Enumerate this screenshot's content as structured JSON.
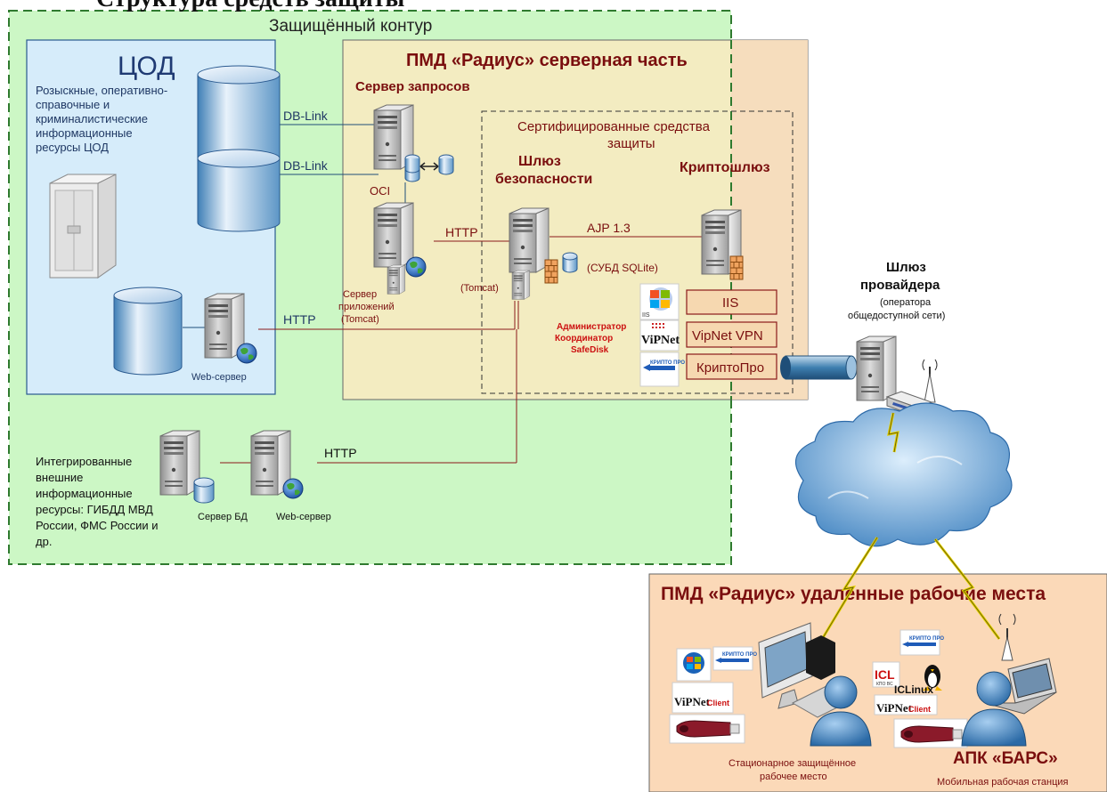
{
  "page_title": "Структура средств защиты",
  "protected_contour": {
    "label": "Защищённый контур"
  },
  "cod": {
    "title": "ЦОД",
    "description_lines": [
      "Розыскные, оперативно-",
      "справочные и",
      "криминалистические",
      "информационные",
      "ресурсы ЦОД"
    ],
    "web_server_label": "Web-сервер"
  },
  "server_part": {
    "title": "ПМД «Радиус» серверная часть",
    "query_server_label": "Сервер запросов",
    "oci_label": "OCI",
    "app_server_lines": [
      "Сервер",
      "приложений",
      "(Tomcat)"
    ],
    "tomcat_label": "(Tomcat)"
  },
  "certified": {
    "title_lines": [
      "Сертифицированные средства",
      "защиты"
    ],
    "gateway_lines": [
      "Шлюз",
      "безопасности"
    ],
    "crypto_gateway_label": "Криптошлюз",
    "sqlite_label": "(СУБД SQLite)",
    "admin_lines": [
      "Администратор",
      "Координатор",
      "SafeDisk"
    ],
    "boxes": [
      "IIS",
      "VipNet VPN",
      "КриптоПро"
    ]
  },
  "connections": {
    "dblink1": "DB-Link",
    "dblink2": "DB-Link",
    "http_app": "HTTP",
    "ajp": "AJP 1.3",
    "http_web": "HTTP",
    "http_ext": "HTTP"
  },
  "provider": {
    "title_lines": [
      "Шлюз",
      "провайдера"
    ],
    "subtitle_lines": [
      "(оператора",
      "общедоступной сети)"
    ]
  },
  "external": {
    "description_lines": [
      "Интегрированные",
      "внешние",
      "информационные",
      "ресурсы: ГИБДД МВД",
      "России, ФМС России и",
      "др."
    ],
    "db_server_label": "Сервер БД",
    "web_server_label": "Web-сервер"
  },
  "remote": {
    "title": "ПМД «Радиус» удалённые рабочие места",
    "stationary_lines": [
      "Стационарное защищённое",
      "рабочее место"
    ],
    "bars_title": "АПК «БАРС»",
    "mobile_label": "Мобильная рабочая станция",
    "vipnet_client": "Client",
    "iclinux": "ICLinux",
    "icl_label": "ICL",
    "icl_sub": "КПО ВС",
    "windows7": "Windows 7"
  },
  "logos": {
    "vipnet": "ViPNet",
    "kriptopro": "КРИПТО ПРО",
    "iis_small": "IIS"
  },
  "colors": {
    "protected_fill": "#ccf7c5",
    "cod_fill": "#d6ecfa",
    "server_fill": "#f3ecc1",
    "remote_fill": "#fbd9b8",
    "dark_red": "#7a0e0e",
    "server_gray": "#bcbcbc"
  }
}
